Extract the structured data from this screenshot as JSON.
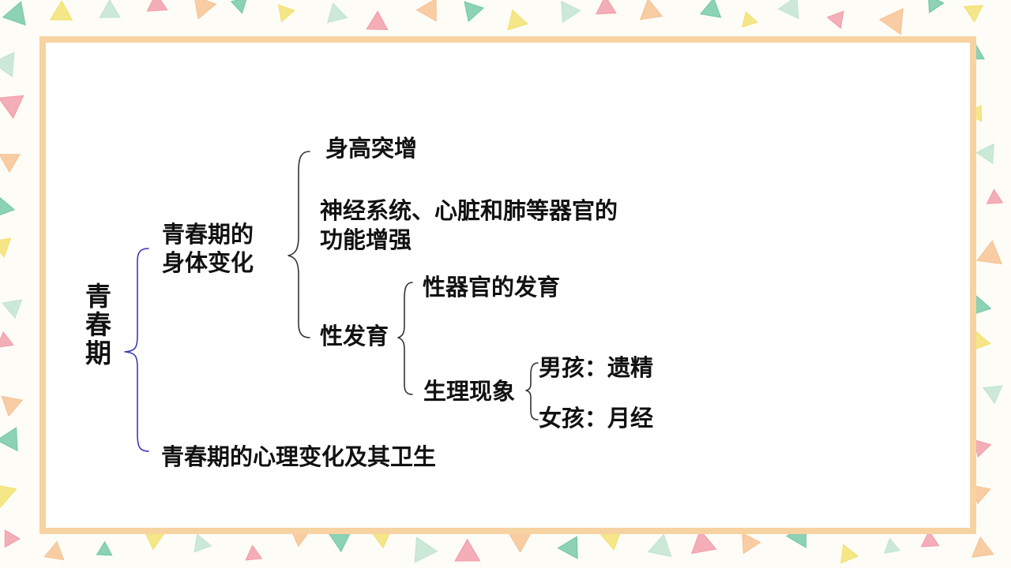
{
  "colors": {
    "frame_border": "#f6d3a1",
    "root_brace": "#3a3ab8",
    "brace": "#333333",
    "text": "#111111"
  },
  "mindmap": {
    "root": [
      "青",
      "春",
      "期"
    ],
    "branch_body": {
      "lines": [
        "青春期的",
        "身体变化"
      ],
      "children": {
        "height": "身高突增",
        "organs": [
          "神经系统、心脏和肺等器官的",
          "功能增强"
        ],
        "sexual_development": {
          "label": "性发育",
          "children": {
            "organ_development": "性器官的发育",
            "physiology": {
              "label": "生理现象",
              "children": {
                "boy": "男孩：遗精",
                "girl": "女孩：月经"
              }
            }
          }
        }
      }
    },
    "branch_mind": "青春期的心理变化及其卫生"
  }
}
